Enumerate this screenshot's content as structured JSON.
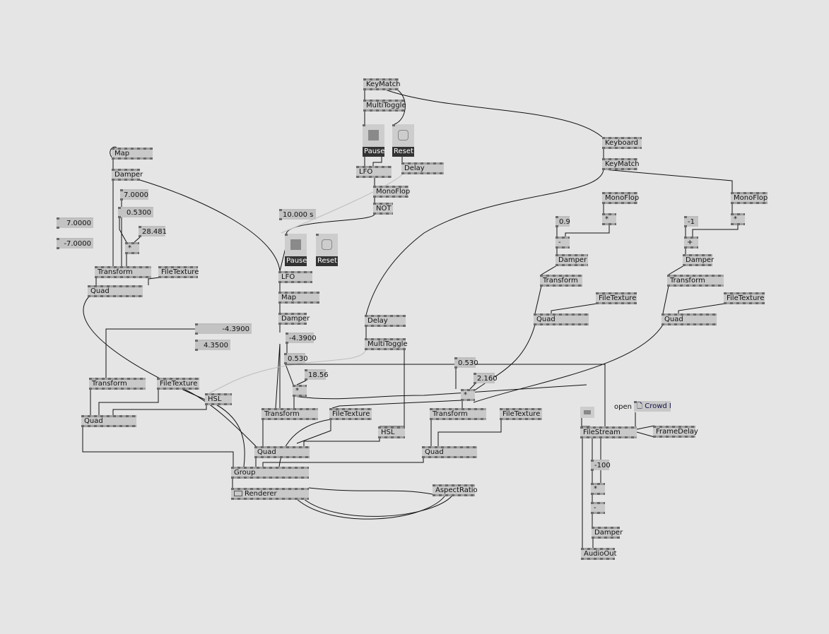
{
  "nodes": [
    "KeyMatch",
    "MultiToggle",
    "Pause",
    "Reset",
    "LFO",
    "Delay",
    "MonoFlop",
    "NOT",
    "Keyboard",
    "KeyMatch",
    "MonoFlop",
    "MonoFlop",
    "*",
    "*",
    "0.9",
    "-1",
    "-",
    "+",
    "Damper",
    "Damper",
    "Transform",
    "Transform",
    "FileTexture",
    "FileTexture",
    "Quad",
    "Quad",
    "Map",
    "Damper",
    "7.0000",
    "0.5300",
    "28.481",
    "7.0000",
    "-7.0000",
    "*",
    "Transform",
    "FileTexture",
    "Quad",
    "10.000 s",
    "Pause",
    "Reset",
    "LFO",
    "Map",
    "Damper",
    "-4.3900",
    "-4.3900",
    "4.3500",
    "0.530",
    "18.56",
    "*",
    "Delay",
    "MultiToggle",
    "Transform",
    "FileTexture",
    "HSL",
    "Quad",
    "Transform",
    "FileTexture",
    "HSL",
    "Quad",
    "0.530",
    "2.160",
    "*",
    "Transform",
    "FileTexture",
    "Quad",
    "Group",
    "Renderer",
    "AspectRatio",
    "",
    "open",
    "Crowd N",
    "FileStream",
    "FrameDelay",
    "-100",
    "*",
    "-",
    "Damper",
    "AudioOut"
  ]
}
